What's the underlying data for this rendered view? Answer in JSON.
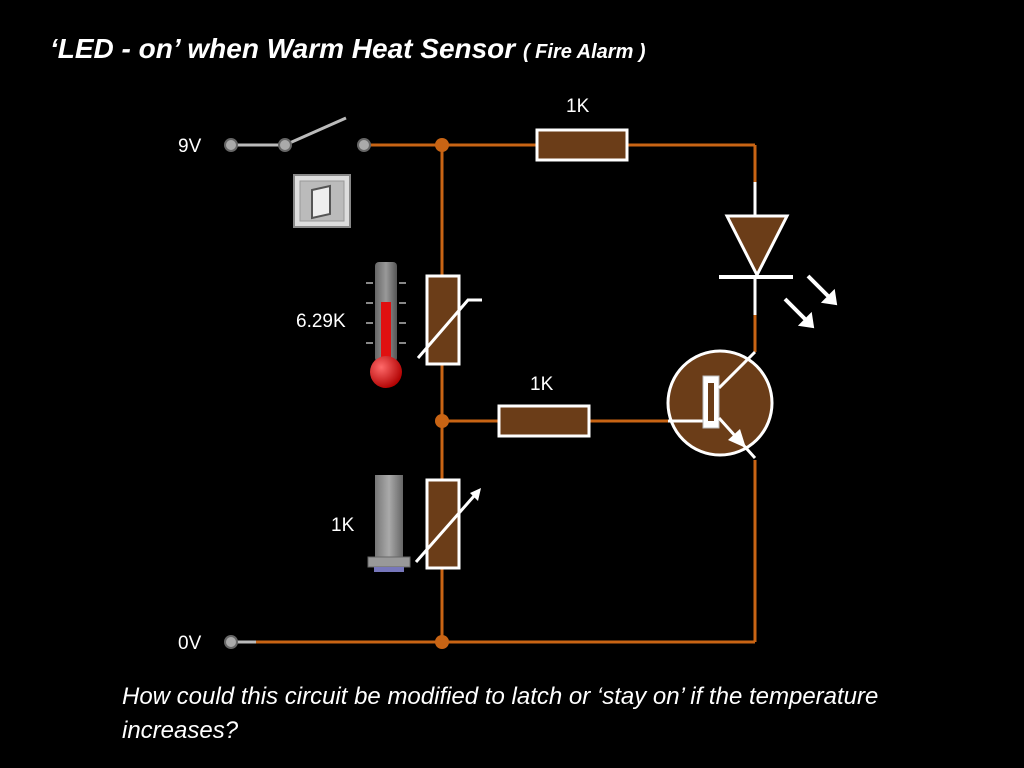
{
  "slide": {
    "title_main": "‘LED - on’ when Warm  Heat Sensor",
    "title_sub": "( Fire Alarm )",
    "question": "How could this circuit be modified to latch or ‘stay on’ if the temperature increases?"
  },
  "circuit": {
    "supply_label": "9V",
    "ground_label": "0V",
    "top_resistor_label": "1K",
    "base_resistor_label": "1K",
    "thermistor_label": "6.29K",
    "variable_resistor_label": "1K"
  },
  "colors": {
    "wire": "#c86414",
    "component": "#6b3d18",
    "background": "#000000"
  },
  "icons": [
    "switch-toggle-icon",
    "thermometer-icon",
    "slider-icon",
    "led-icon",
    "transistor-icon"
  ]
}
